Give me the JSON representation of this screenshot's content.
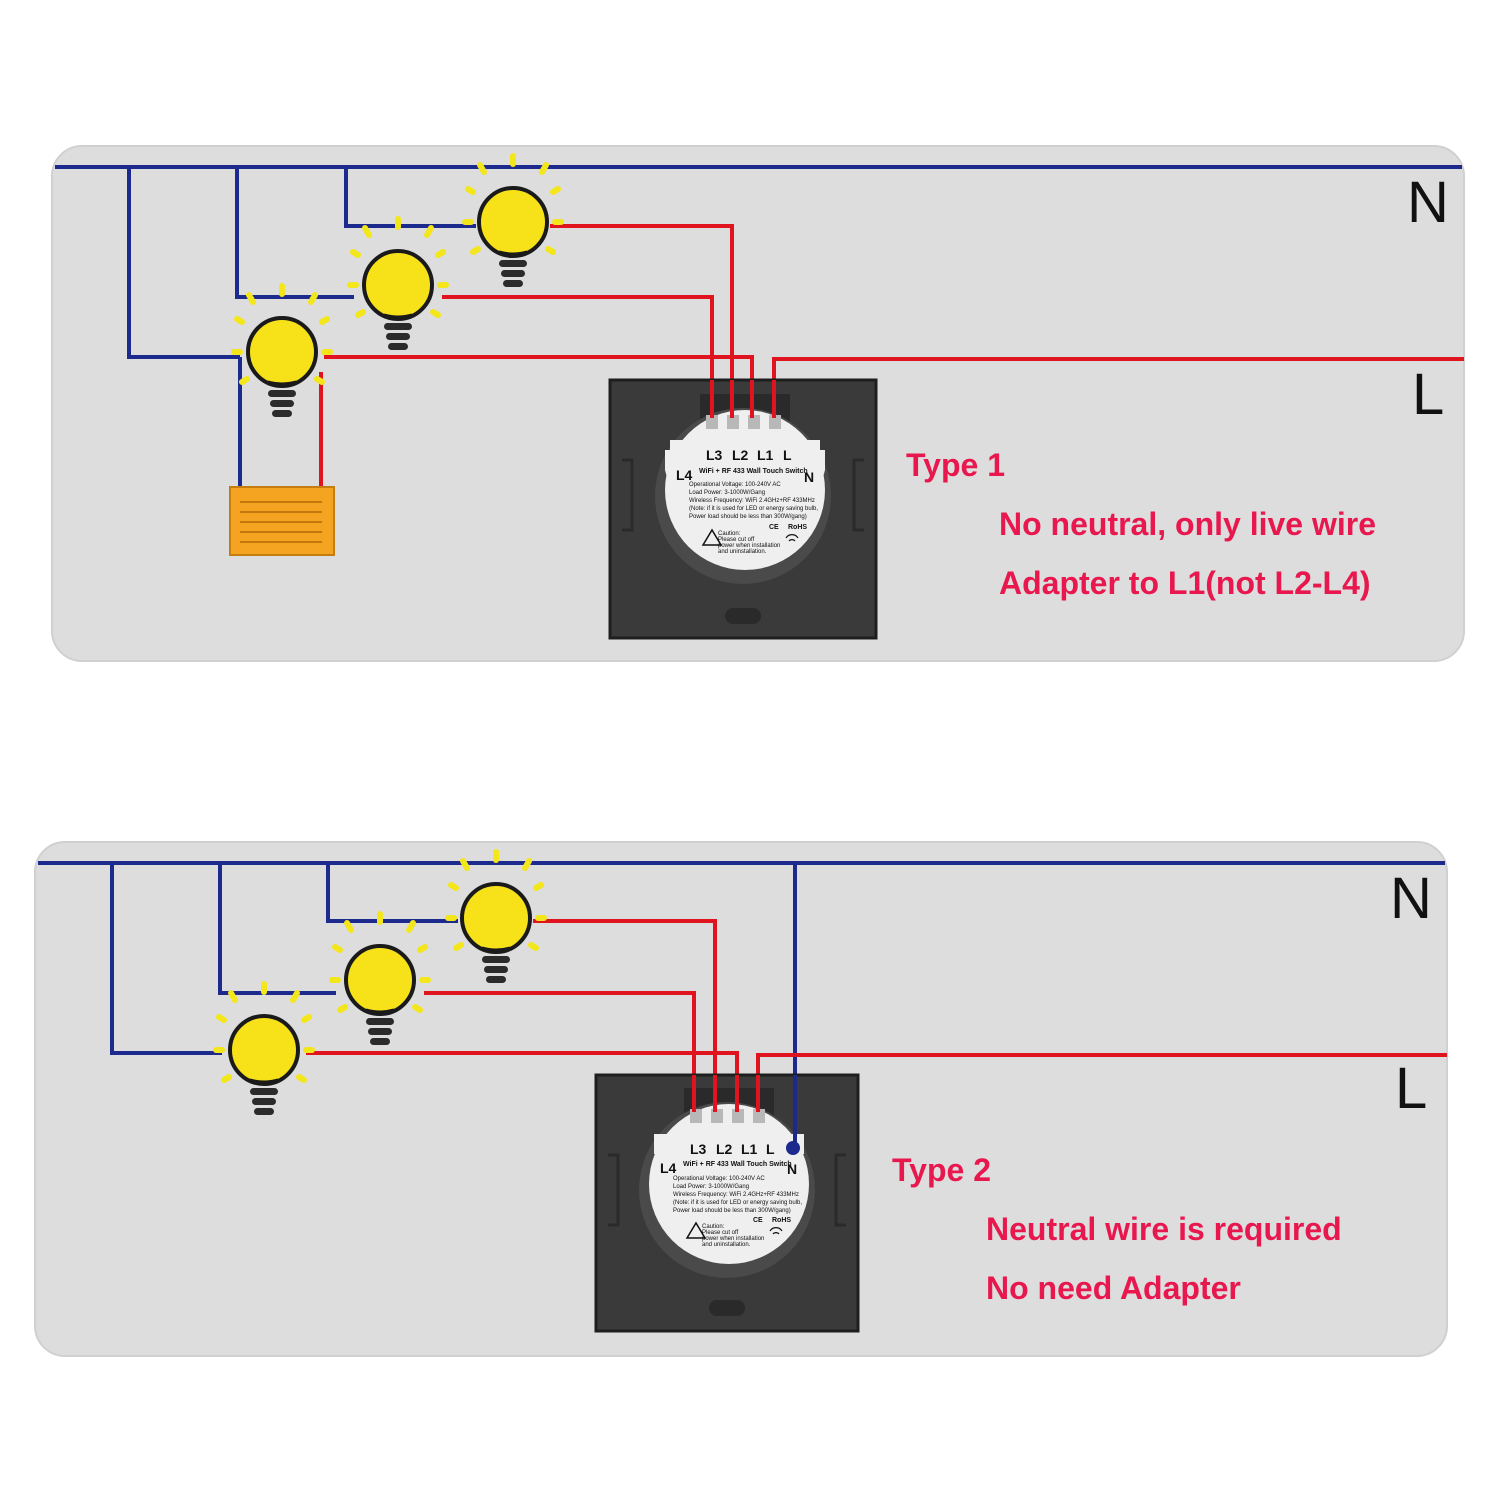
{
  "colors": {
    "neutral_wire": "#1b2a8c",
    "live_wire": "#e0141e",
    "label_text": "#e8174e",
    "panel_bg": "#dddddd",
    "bulb": "#f7e21a",
    "switch_body": "#3a3a3a"
  },
  "rails": {
    "neutral": "N",
    "live": "L"
  },
  "switch_label": {
    "terminals": [
      "L3",
      "L2",
      "L1",
      "L"
    ],
    "l4": "L4",
    "n": "N",
    "product": "WiFi + RF 433 Wall Touch Switch",
    "specs": [
      "Operational Voltage: 100-240V AC",
      "Load Power: 3-1000W/Gang",
      "Wireless Frequency: WiFi 2.4GHz+RF 433MHz",
      "(Note: if it is used for LED or energy saving bulb,",
      "Power load should be less than 300W/gang)"
    ],
    "caution": [
      "Caution:",
      "Please cut off",
      "power when installation",
      "and uninstallation."
    ],
    "ce": "CE",
    "rohs": "RoHS"
  },
  "type1": {
    "title": "Type 1",
    "line1": "No neutral, only live wire",
    "line2": "Adapter to L1(not L2-L4)"
  },
  "type2": {
    "title": "Type 2",
    "line1": "Neutral wire is required",
    "line2": "No need Adapter"
  }
}
